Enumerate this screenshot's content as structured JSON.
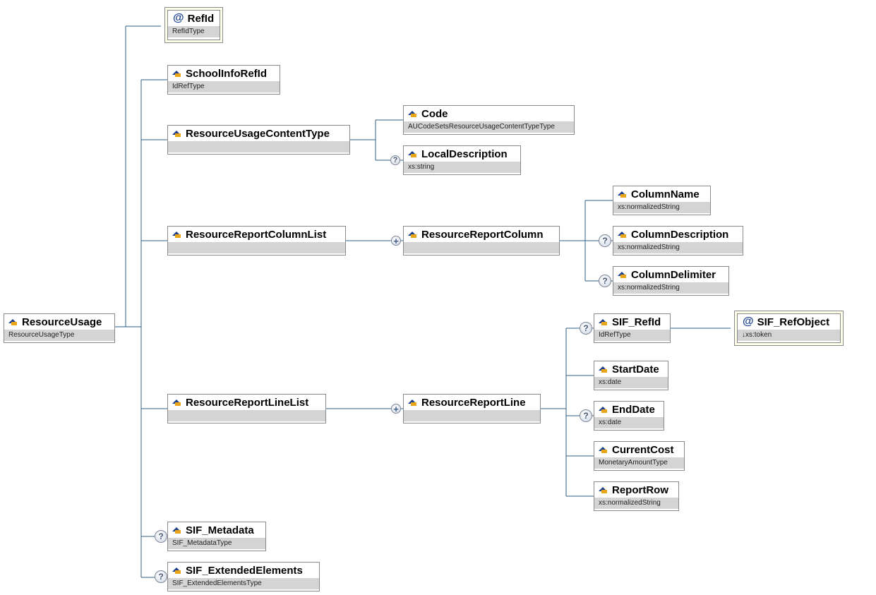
{
  "nodes": {
    "refid": {
      "name": "RefId",
      "type": "RefIdType"
    },
    "schoolinforefid": {
      "name": "SchoolInfoRefId",
      "type": "IdRefType"
    },
    "resourceusagecontenttype": {
      "name": "ResourceUsageContentType",
      "type": ""
    },
    "code": {
      "name": "Code",
      "type": "AUCodeSetsResourceUsageContentTypeType"
    },
    "localdescription": {
      "name": "LocalDescription",
      "type": "xs:string"
    },
    "resourcereportcolumnlist": {
      "name": "ResourceReportColumnList",
      "type": ""
    },
    "resourcereportcolumn": {
      "name": "ResourceReportColumn",
      "type": ""
    },
    "columnname": {
      "name": "ColumnName",
      "type": "xs:normalizedString"
    },
    "columndescription": {
      "name": "ColumnDescription",
      "type": "xs:normalizedString"
    },
    "columndelimiter": {
      "name": "ColumnDelimiter",
      "type": "xs:normalizedString"
    },
    "resourceusage": {
      "name": "ResourceUsage",
      "type": "ResourceUsageType"
    },
    "sif_refid": {
      "name": "SIF_RefId",
      "type": "IdRefType"
    },
    "sif_refobject": {
      "name": "SIF_RefObject",
      "type": "↓xs:token"
    },
    "startdate": {
      "name": "StartDate",
      "type": "xs:date"
    },
    "resourcereportlinelist": {
      "name": "ResourceReportLineList",
      "type": ""
    },
    "resourcereportline": {
      "name": "ResourceReportLine",
      "type": ""
    },
    "enddate": {
      "name": "EndDate",
      "type": "xs:date"
    },
    "currentcost": {
      "name": "CurrentCost",
      "type": "MonetaryAmountType"
    },
    "reportrow": {
      "name": "ReportRow",
      "type": "xs:normalizedString"
    },
    "sif_metadata": {
      "name": "SIF_Metadata",
      "type": "SIF_MetadataType"
    },
    "sif_extendedelements": {
      "name": "SIF_ExtendedElements",
      "type": "SIF_ExtendedElementsType"
    }
  },
  "badges": {
    "optional": "?",
    "expand": "+"
  },
  "icons": {
    "element": "element-icon",
    "attribute": "attribute-icon",
    "attribute_glyph": "@"
  },
  "colors": {
    "connector": "#2f5f84",
    "type_bar": "#d4d4d4",
    "attribute_bg": "#fdfde8",
    "icon_blue": "#1b3f8f",
    "icon_gold": "#e8a517"
  }
}
